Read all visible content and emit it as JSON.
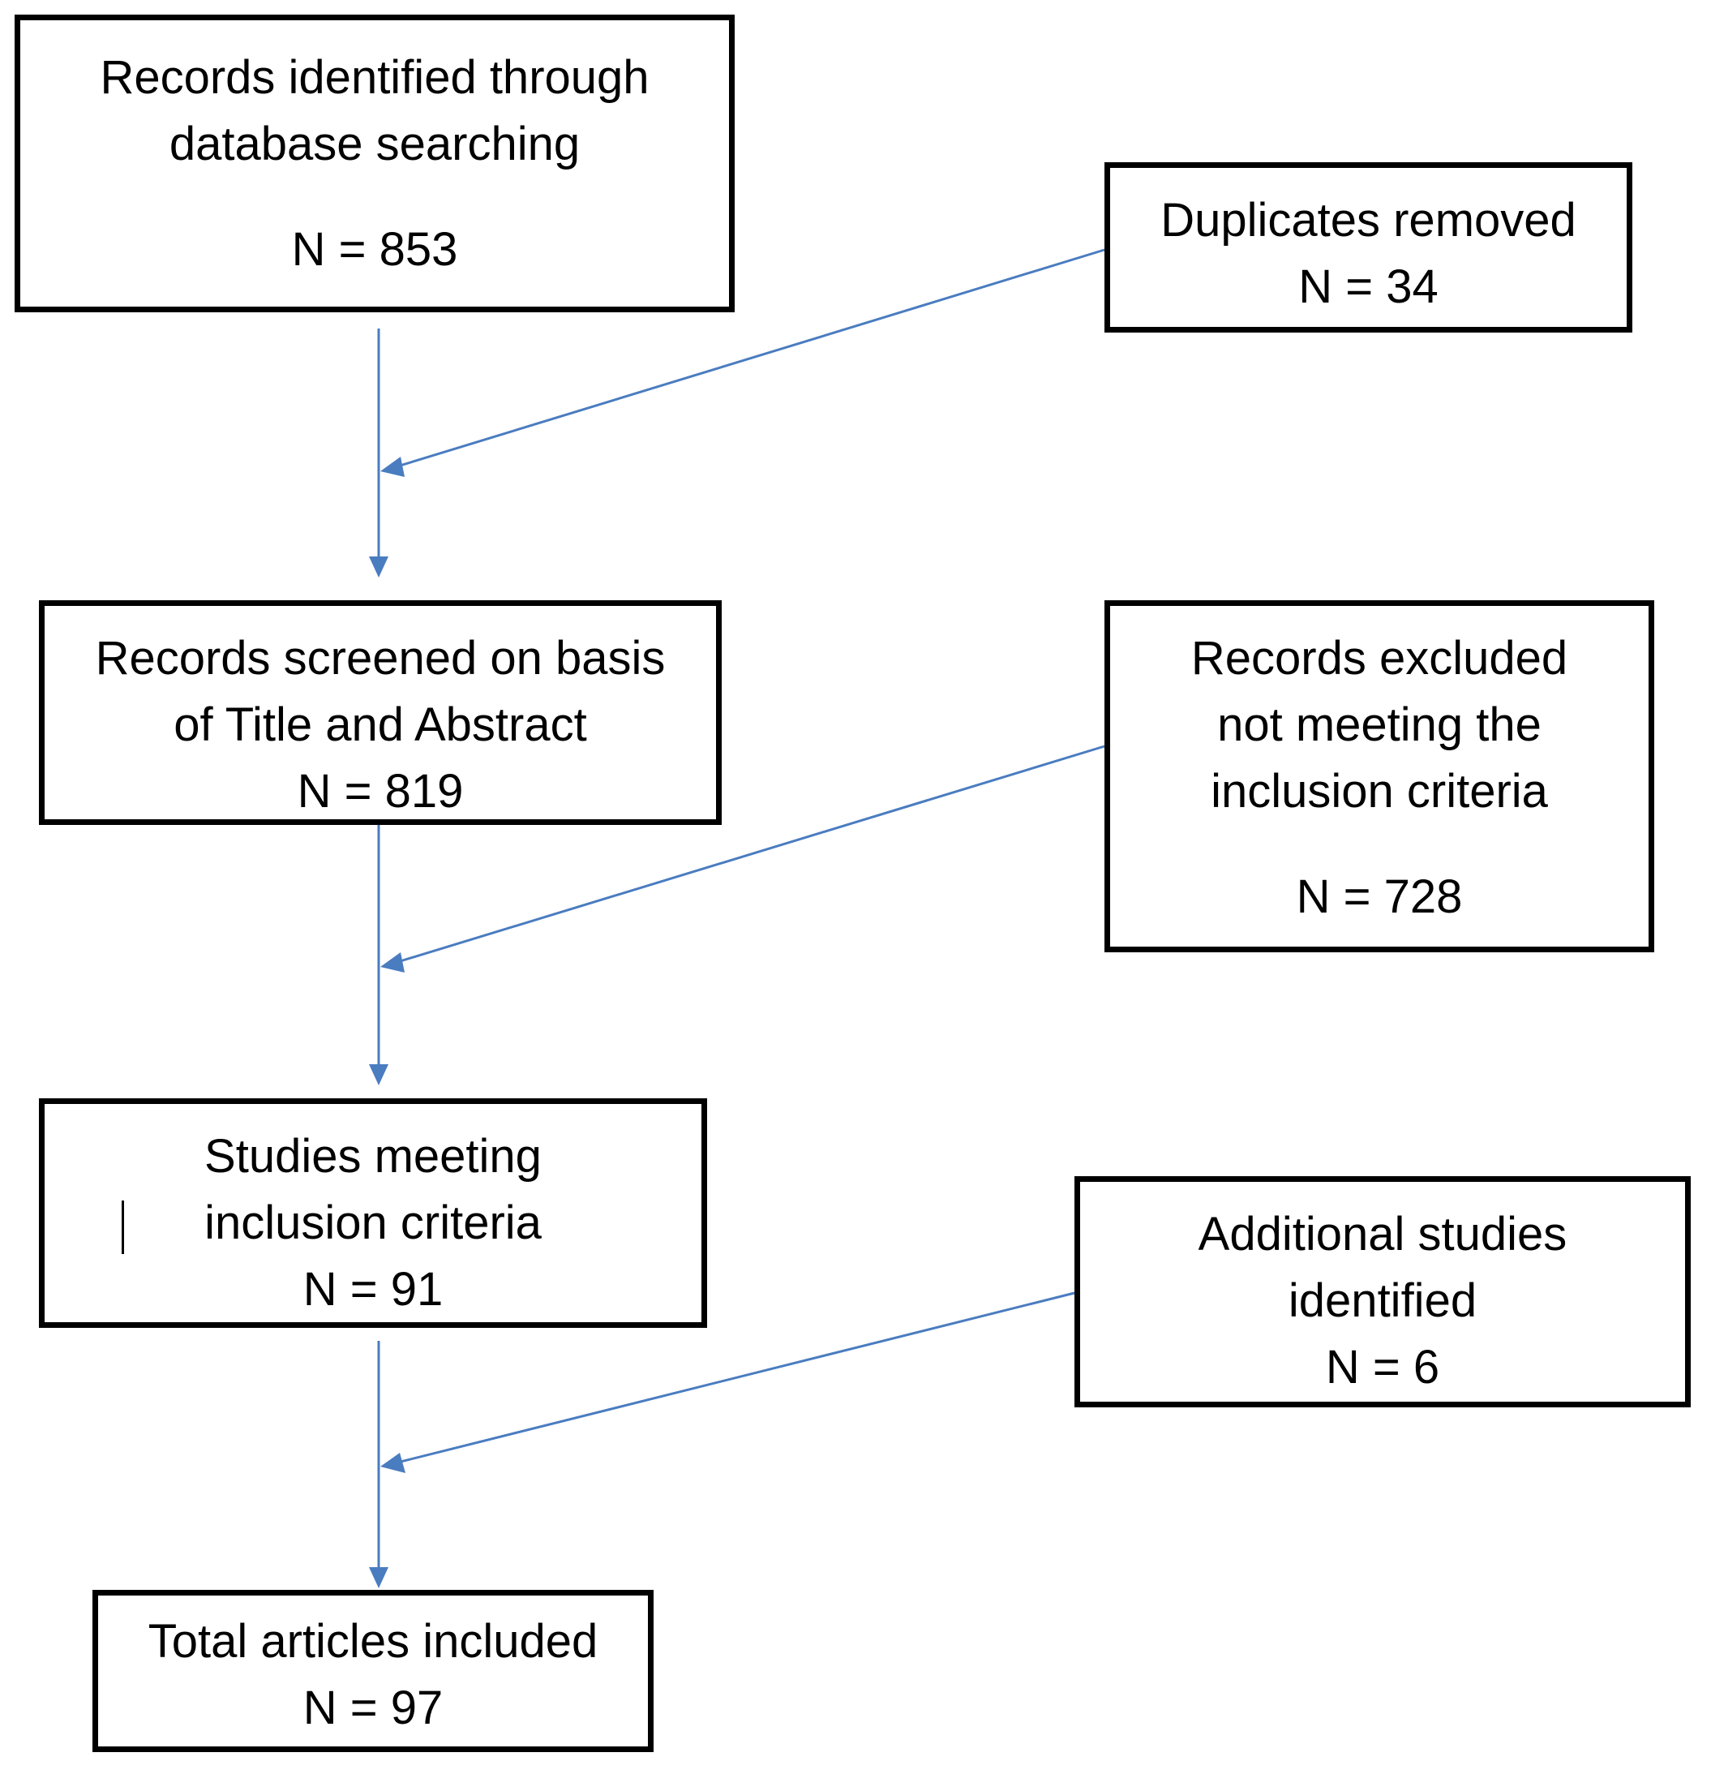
{
  "boxes": {
    "identified": {
      "line1": "Records identified through",
      "line2": "database searching",
      "count": "N = 853"
    },
    "duplicates": {
      "line1": "Duplicates removed",
      "count": "N = 34"
    },
    "screened": {
      "line1": "Records screened on basis",
      "line2": "of Title and Abstract",
      "count": "N = 819"
    },
    "excluded": {
      "line1": "Records excluded",
      "line2": "not meeting the",
      "line3": "inclusion criteria",
      "count": "N = 728"
    },
    "meeting": {
      "line1": "Studies meeting",
      "line2": "inclusion criteria",
      "count": "N = 91"
    },
    "additional": {
      "line1": "Additional studies",
      "line2": "identified",
      "count": "N = 6"
    },
    "total": {
      "line1": "Total articles included",
      "count": "N = 97"
    }
  },
  "colors": {
    "arrow": "#4a7cc0",
    "border": "#000000",
    "text": "#000000",
    "background": "#ffffff"
  }
}
